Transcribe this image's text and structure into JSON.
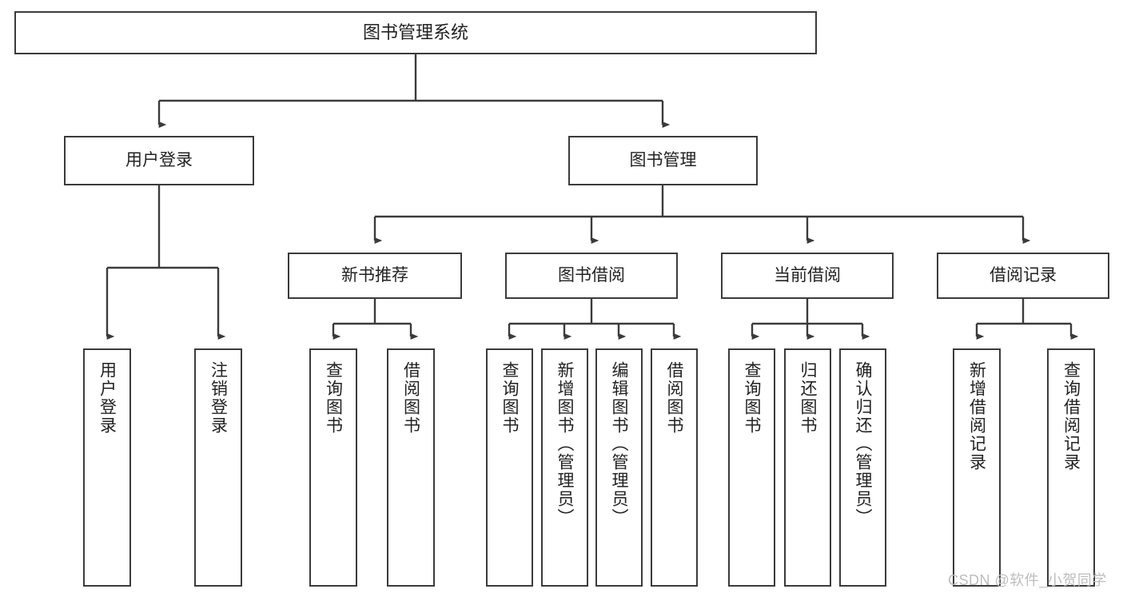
{
  "diagram": {
    "type": "tree",
    "title": "图书管理系统",
    "orientation": "top-down",
    "line_color": "#3b3b3b",
    "box_fill": "#ffffff",
    "text_color": "#222222"
  },
  "nodes": {
    "root": {
      "label": "图书管理系统"
    },
    "level2": [
      {
        "label": "用户登录"
      },
      {
        "label": "图书管理"
      }
    ],
    "level3": [
      {
        "label": "新书推荐"
      },
      {
        "label": "图书借阅"
      },
      {
        "label": "当前借阅"
      },
      {
        "label": "借阅记录"
      }
    ],
    "leaves": {
      "user_login": [
        {
          "label": "用户登录"
        },
        {
          "label": "注销登录"
        }
      ],
      "new_book_recommend": [
        {
          "label": "查询图书"
        },
        {
          "label": "借阅图书"
        }
      ],
      "book_borrow": [
        {
          "label": "查询图书"
        },
        {
          "label": "新增图书（管理员）"
        },
        {
          "label": "编辑图书（管理员）"
        },
        {
          "label": "借阅图书"
        }
      ],
      "current_borrow": [
        {
          "label": "查询图书"
        },
        {
          "label": "归还图书"
        },
        {
          "label": "确认归还（管理员）"
        }
      ],
      "borrow_record": [
        {
          "label": "新增借阅记录"
        },
        {
          "label": "查询借阅记录"
        }
      ]
    }
  },
  "watermark": {
    "text": "CSDN @软件_小贺同学"
  }
}
